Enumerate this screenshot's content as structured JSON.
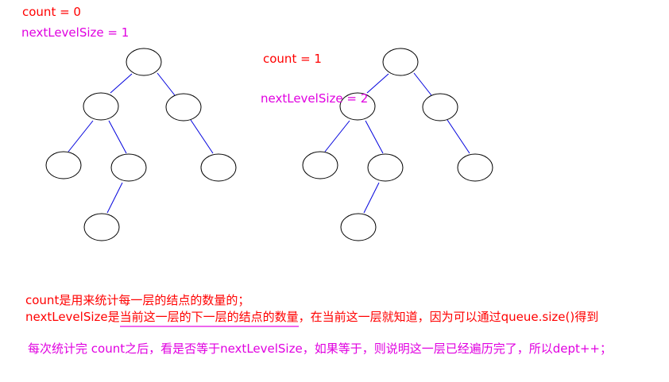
{
  "left": {
    "count_label": "count = 0",
    "next_label": "nextLevelSize = 1"
  },
  "right": {
    "count_label": "count = 1",
    "next_label": "nextLevelSize = 2"
  },
  "notes": {
    "line1": "count是用来统计每一层的结点的数量的；",
    "line2_prefix": "nextLevelSize是",
    "line2_highlight": "当前这一层的下一层的结点的数量",
    "line2_suffix": "，在当前这一层就知道，因为可以通过queue.size()得到",
    "line3": "每次统计完 count之后，看是否等于nextLevelSize，如果等于，则说明这一层已经遍历完了，所以dept++；"
  },
  "colors": {
    "label_red": "#ff0000",
    "label_magenta": "#e000e0",
    "edge_blue": "#0000dd",
    "node_stroke": "#000000"
  }
}
